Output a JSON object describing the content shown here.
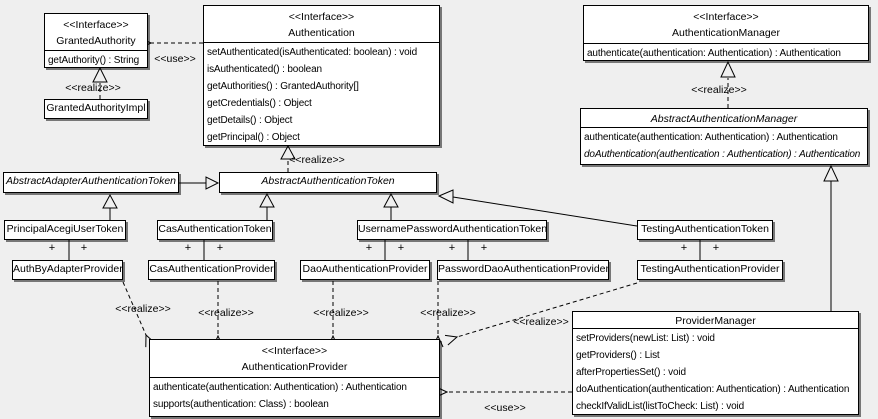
{
  "diagram": {
    "background_color": "#efefef",
    "box_fill": "#ffffff",
    "line_color": "#000000",
    "labels": {
      "realize": "<<realize>>",
      "use": "<<use>>",
      "plus": "+"
    },
    "classes": {
      "granted_authority": {
        "stereotype": "<<Interface>>",
        "name": "GrantedAuthority",
        "methods": [
          "getAuthority() : String"
        ]
      },
      "granted_authority_impl": {
        "name": "GrantedAuthorityImpl"
      },
      "authentication": {
        "stereotype": "<<Interface>>",
        "name": "Authentication",
        "methods": [
          "setAuthenticated(isAuthenticated: boolean) : void",
          "isAuthenticated() : boolean",
          "getAuthorities() : GrantedAuthority[]",
          "getCredentials() : Object",
          "getDetails() : Object",
          "getPrincipal() : Object"
        ]
      },
      "authentication_manager": {
        "stereotype": "<<Interface>>",
        "name": "AuthenticationManager",
        "methods": [
          "authenticate(authentication: Authentication) : Authentication"
        ]
      },
      "abstract_authentication_manager": {
        "name": "AbstractAuthenticationManager",
        "methods": [
          "authenticate(authentication: Authentication) : Authentication",
          "doAuthentication(authentication : Authentication) : Authentication"
        ]
      },
      "abstract_adapter_authentication_token": {
        "name": "AbstractAdapterAuthenticationToken"
      },
      "abstract_authentication_token": {
        "name": "AbstractAuthenticationToken"
      },
      "principal_acegi_user_token": {
        "name": "PrincipalAcegiUserToken"
      },
      "cas_authentication_token": {
        "name": "CasAuthenticationToken"
      },
      "username_password_authentication_token": {
        "name": "UsernamePasswordAuthenticationToken"
      },
      "testing_authentication_token": {
        "name": "TestingAuthenticationToken"
      },
      "auth_by_adapter_provider": {
        "name": "AuthByAdapterProvider"
      },
      "cas_authentication_provider": {
        "name": "CasAuthenticationProvider"
      },
      "dao_authentication_provider": {
        "name": "DaoAuthenticationProvider"
      },
      "password_dao_authentication_provider": {
        "name": "PasswordDaoAuthenticationProvider"
      },
      "testing_authentication_provider": {
        "name": "TestingAuthenticationProvider"
      },
      "authentication_provider": {
        "stereotype": "<<Interface>>",
        "name": "AuthenticationProvider",
        "methods": [
          "authenticate(authentication: Authentication) : Authentication",
          "supports(authentication: Class) : boolean"
        ]
      },
      "provider_manager": {
        "name": "ProviderManager",
        "methods": [
          "setProviders(newList: List) : void",
          "getProviders() : List",
          "afterPropertiesSet() : void",
          "doAuthentication(authentication: Authentication) : Authentication",
          "checkIfValidList(listToCheck: List) : void"
        ]
      }
    }
  }
}
